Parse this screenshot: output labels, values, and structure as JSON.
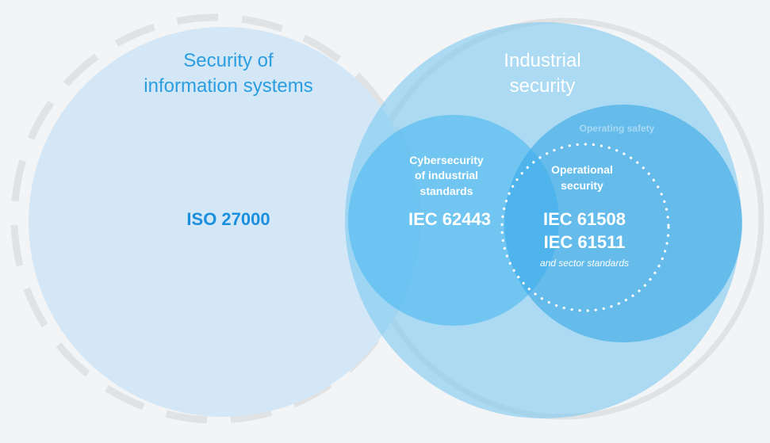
{
  "colors": {
    "background": "#f3f4f5",
    "dashed_ring": "#e1e2e3",
    "solid_ring": "#e1e2e3",
    "left_circle": "#d3e7f6",
    "right_circle": "#7ec9f1",
    "cyber_circle": "#4dbaf0",
    "operating_circle": "#3aa9e6",
    "title_blue": "#2a9ee0",
    "iso_blue": "#1a8fdd",
    "white": "#ffffff",
    "faint_label": "#a8d8f3"
  },
  "left": {
    "title_line1": "Security of",
    "title_line2": "information systems",
    "standard": "ISO 27000"
  },
  "right": {
    "title_line1": "Industrial",
    "title_line2": "security"
  },
  "operating_safety": {
    "label": "Operating safety"
  },
  "cyber": {
    "label_line1": "Cybersecurity",
    "label_line2": "of industrial",
    "label_line3": "standards",
    "standard": "IEC 62443"
  },
  "operational": {
    "label_line1": "Operational",
    "label_line2": "security",
    "standard1": "IEC 61508",
    "standard2": "IEC 61511",
    "note": "and sector standards"
  }
}
